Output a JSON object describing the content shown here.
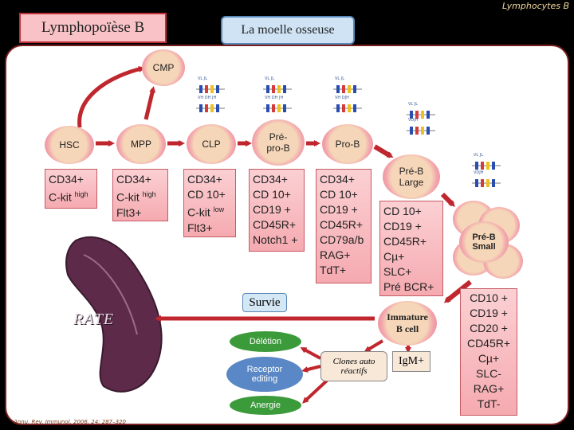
{
  "header": {
    "corner_label": "Lymphocytes B"
  },
  "title": "Lymphopoïèse B",
  "subtitle": "La moelle osseuse",
  "cmp": {
    "label": "CMP"
  },
  "cells": {
    "hsc": "HSC",
    "mpp": "MPP",
    "clp": "CLP",
    "prepro_line1": "Pré-",
    "prepro_line2": "pro-B",
    "prob": "Pro-B",
    "prebl_line1": "Pré-B",
    "prebl_line2": "Large",
    "prebs_line1": "Pré-B",
    "prebs_line2": "Small",
    "immature_line1": "Immature",
    "immature_line2": "B cell"
  },
  "markers": {
    "hsc": [
      "CD34+",
      "C-kit high"
    ],
    "mpp": [
      "CD34+",
      "C-kit high",
      "Flt3+"
    ],
    "clp": [
      "CD34+",
      "CD 10+",
      "C-kit low",
      "Flt3+"
    ],
    "prepro": [
      "CD34+",
      "CD 10+",
      "CD19 +",
      "CD45R+",
      "Notch1 +"
    ],
    "prob": [
      "CD34+",
      "CD 10+",
      "CD19 +",
      "CD45R+",
      "CD79a/b",
      "RAG+",
      "TdT+"
    ],
    "prebl": [
      "CD 10+",
      "CD19 +",
      "CD45R+",
      "Cµ+",
      "SLC+",
      "Pré BCR+"
    ],
    "prebs": [
      "CD10 +",
      "CD19 +",
      "CD20 +",
      "CD45R+",
      "Cµ+",
      "SLC-",
      "RAG+",
      "TdT-"
    ]
  },
  "survie": "Survie",
  "rate": "RATE",
  "outcomes": {
    "deletion": "Délétion",
    "receptor_editing_1": "Receptor",
    "receptor_editing_2": "editing",
    "anergie": "Anergie"
  },
  "clones": {
    "line1": "Clones auto",
    "line2": "réactifs"
  },
  "igm": "IgM+",
  "citation": "Annu. Rev. Immunol. 2006. 24: 287–320",
  "colors": {
    "background": "#000000",
    "panel_border": "#7a1f1f",
    "arrow": "#c0262e",
    "deletion_green": "#3b9a3a",
    "editing_blue": "#5a87c5",
    "spleen": "#5e2a4a"
  },
  "gene_labels": {
    "vl_jl": "VL JL",
    "vh_dh_jh": "VH DH JH",
    "vh_djh": "VH DJH",
    "vdjh": "VDJH"
  }
}
